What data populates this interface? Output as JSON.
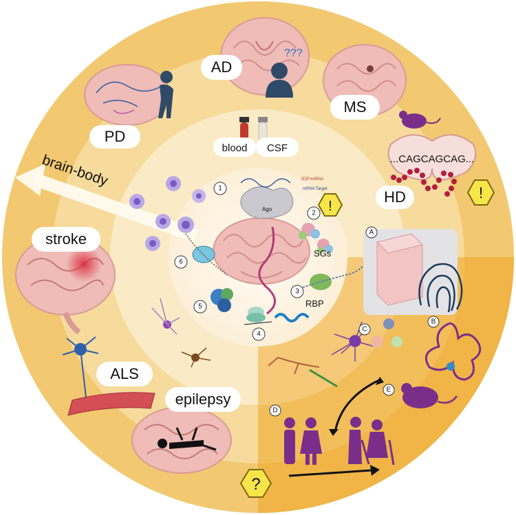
{
  "diseases": {
    "ad": "AD",
    "pd": "PD",
    "ms": "MS",
    "hd": "HD",
    "stroke": "stroke",
    "als": "ALS",
    "epilepsy": "epilepsy"
  },
  "samples": {
    "blood": "blood",
    "csf": "CSF"
  },
  "hd_repeat": "...CAGCAGCAG...",
  "brain_body": "brain-body",
  "center": {
    "ago": "Ago",
    "rbp": "RBP",
    "sgs": "SGs",
    "mirna_label": "(E)F/miRNA",
    "mrna_target": "mRNA Target"
  },
  "numbers": [
    "1",
    "2",
    "3",
    "4",
    "5",
    "6"
  ],
  "letters": [
    "A",
    "B",
    "C",
    "D",
    "E"
  ],
  "warning_symbol": "!",
  "question_symbol": "?",
  "colors": {
    "outer_ring": "#F2C871",
    "middle_ring": "#F7DFA6",
    "inner_ring": "#FBEFD2",
    "core": "#FDF6E9",
    "quadrant": "#F0B447",
    "purple": "#7A2E8A",
    "warning": "#F7E54A",
    "brain": "#EFB8B8"
  },
  "icons": [
    "brain-icon",
    "mouse-icon",
    "person-icon",
    "parkinson-figure-icon",
    "neuron-icon",
    "fingerprint-icon",
    "tissue-cube-icon",
    "hairpin-rna-icon",
    "warning-hexagon-icon",
    "question-hexagon-icon",
    "couple-icon",
    "elderly-couple-icon",
    "blood-tube-icon",
    "csf-tube-icon",
    "immune-cell-icon",
    "dna-icon",
    "ribosome-icon",
    "protein-icon",
    "muscle-icon"
  ]
}
